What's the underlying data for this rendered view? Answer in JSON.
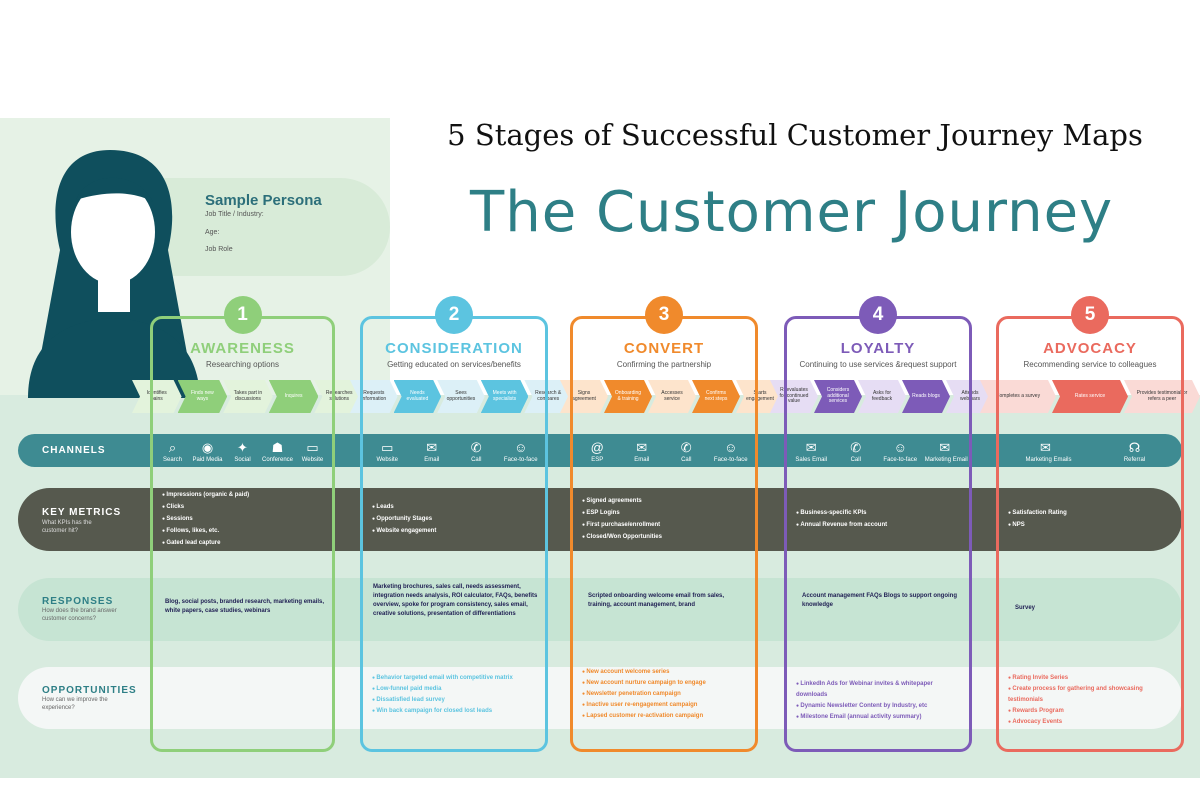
{
  "title": "5 Stages of Successful Customer Journey Maps",
  "heading": "The Customer Journey",
  "persona": {
    "name": "Sample Persona",
    "job": "Job Title / Industry:",
    "age": "Age:",
    "role": "Job Role"
  },
  "stages": [
    {
      "number": "1",
      "title": "AWARENESS",
      "subtitle": "Researching options",
      "color": "#8fcf7a",
      "steps": [
        "Identifies pains",
        "Finds new ways",
        "Takes part in discussions",
        "Inquires",
        "Researches solutions"
      ]
    },
    {
      "number": "2",
      "title": "CONSIDERATION",
      "subtitle": "Getting educated on services/benefits",
      "color": "#5cc4e0",
      "steps": [
        "Requests information",
        "Needs evaluated",
        "Sees opportunities",
        "Meets with specialists",
        "Research & compares"
      ]
    },
    {
      "number": "3",
      "title": "CONVERT",
      "subtitle": "Confirming the partnership",
      "color": "#f08a2c",
      "steps": [
        "Signs agreement",
        "Onboarding & training",
        "Accesses service",
        "Confirms next steps",
        "Starts engagement"
      ]
    },
    {
      "number": "4",
      "title": "LOYALTY",
      "subtitle": "Continuing to use services &request support",
      "color": "#7d5bb8",
      "steps": [
        "Reevaluates for continued value",
        "Considers additional services",
        "Asks for feedback",
        "Reads blogs",
        "Attends webinars"
      ]
    },
    {
      "number": "5",
      "title": "ADVOCACY",
      "subtitle": "Recommending service to colleagues",
      "color": "#ea6a5e",
      "steps": [
        "Completes a survey",
        "Rates service",
        "Provides testimonial or refers a peer"
      ]
    }
  ],
  "bands": {
    "channels": {
      "label": "CHANNELS"
    },
    "metrics": {
      "label": "KEY METRICS",
      "sub": "What KPIs has the customer hit?"
    },
    "responses": {
      "label": "RESPONSES",
      "sub": "How does the brand answer customer concerns?"
    },
    "opportunities": {
      "label": "OPPORTUNITIES",
      "sub": "How can we improve the experience?"
    }
  },
  "channels": [
    [
      {
        "icon": "search-icon",
        "glyph": "⌕",
        "label": "Search"
      },
      {
        "icon": "paid-media-icon",
        "glyph": "◉",
        "label": "Paid Media"
      },
      {
        "icon": "social-icon",
        "glyph": "✦",
        "label": "Social"
      },
      {
        "icon": "conference-icon",
        "glyph": "☗",
        "label": "Conference"
      },
      {
        "icon": "website-icon",
        "glyph": "▭",
        "label": "Website"
      }
    ],
    [
      {
        "icon": "website-icon",
        "glyph": "▭",
        "label": "Website"
      },
      {
        "icon": "email-icon",
        "glyph": "✉",
        "label": "Email"
      },
      {
        "icon": "call-icon",
        "glyph": "✆",
        "label": "Call"
      },
      {
        "icon": "face-to-face-icon",
        "glyph": "☺",
        "label": "Face-to-face"
      }
    ],
    [
      {
        "icon": "esp-icon",
        "glyph": "@",
        "label": "ESP"
      },
      {
        "icon": "email-icon",
        "glyph": "✉",
        "label": "Email"
      },
      {
        "icon": "call-icon",
        "glyph": "✆",
        "label": "Call"
      },
      {
        "icon": "face-to-face-icon",
        "glyph": "☺",
        "label": "Face-to-face"
      }
    ],
    [
      {
        "icon": "email-icon",
        "glyph": "✉",
        "label": "Sales Email"
      },
      {
        "icon": "call-icon",
        "glyph": "✆",
        "label": "Call"
      },
      {
        "icon": "face-to-face-icon",
        "glyph": "☺",
        "label": "Face-to-face"
      },
      {
        "icon": "marketing-email-icon",
        "glyph": "✉",
        "label": "Marketing Email"
      }
    ],
    [
      {
        "icon": "marketing-email-icon",
        "glyph": "✉",
        "label": "Marketing Emails"
      },
      {
        "icon": "referral-icon",
        "glyph": "☊",
        "label": "Referral"
      }
    ]
  ],
  "metrics": [
    [
      "Impressions (organic & paid)",
      "Clicks",
      "Sessions",
      "Follows, likes, etc.",
      "Gated lead capture"
    ],
    [
      "Leads",
      "Opportunity Stages",
      "Website engagement"
    ],
    [
      "Signed agreements",
      "ESP Logins",
      "First purchase/enrollment",
      "Closed/Won Opportunities"
    ],
    [
      "Business-specific KPIs",
      "Annual Revenue from account"
    ],
    [
      "Satisfaction Rating",
      "NPS"
    ]
  ],
  "responses": [
    "Blog, social posts, branded research, marketing emails, white papers, case studies, webinars",
    "Marketing brochures, sales call, needs assessment, integration needs analysis, ROI calculator, FAQs, benefits overview, spoke for program consistency, sales email, creative solutions, presentation of differentiations",
    "Scripted onboarding welcome email from sales, training, account management, brand",
    "Account management FAQs Blogs to support ongoing knowledge",
    "Survey"
  ],
  "opportunities": [
    [],
    [
      "Behavior targeted email with competitive matrix",
      "Low-funnel paid media",
      "Dissatisfied lead survey",
      "Win back campaign for closed lost leads"
    ],
    [
      "New account welcome series",
      "New account nurture campaign to engage",
      "Newsletter penetration campaign",
      "Inactive user re-engagement campaign",
      "Lapsed customer re-activation campaign"
    ],
    [
      "LinkedIn Ads for Webinar invites & whitepaper downloads",
      "Dynamic Newsletter Content by Industry, etc",
      "Milestone Email (annual activity summary)"
    ],
    [
      "Rating Invite Series",
      "Create process for gathering and showcasing testimonials",
      "Rewards Program",
      "Advocacy Events"
    ]
  ]
}
